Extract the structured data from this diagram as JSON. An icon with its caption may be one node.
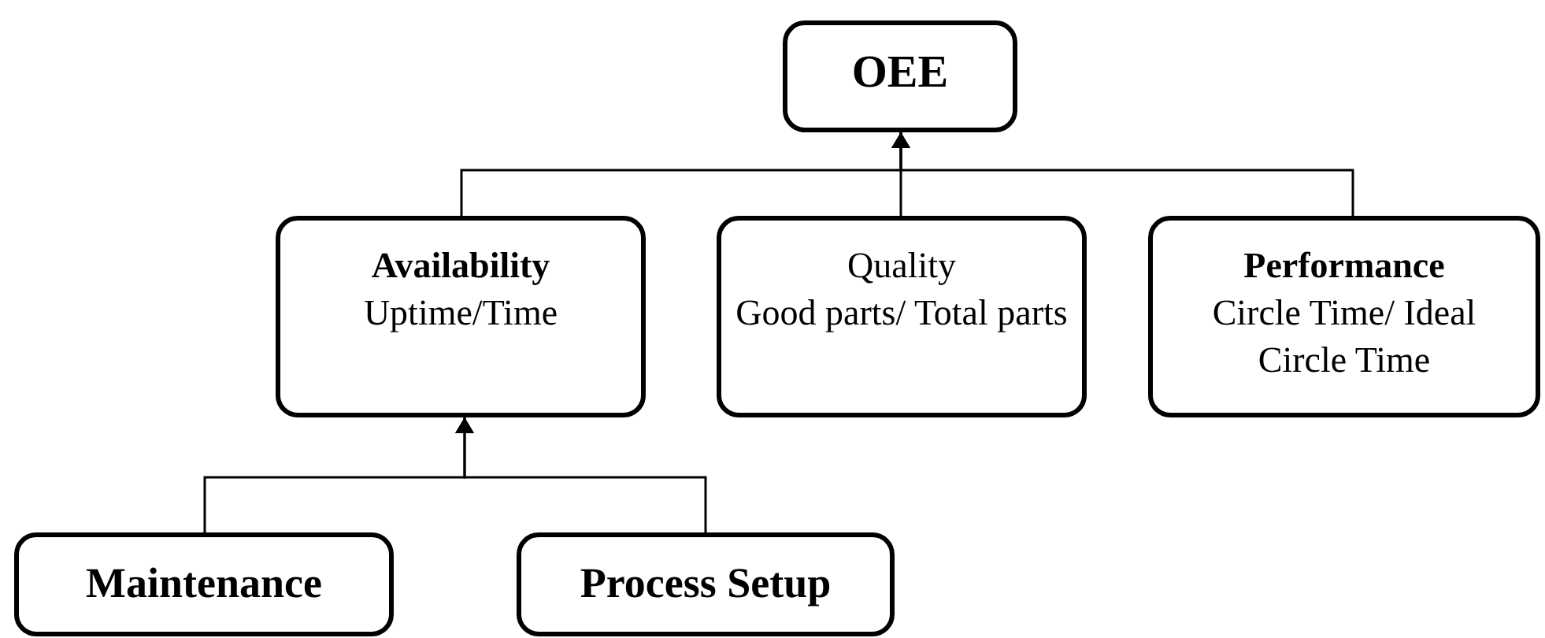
{
  "diagram": {
    "nodes": [
      {
        "text": [
          "OEE"
        ]
      },
      {
        "text": [
          "Availability",
          "Uptime/Time"
        ]
      },
      {
        "text": [
          "Quality",
          "Good parts/ Total parts"
        ]
      },
      {
        "text": [
          "Performance",
          "Circle Time/ Ideal Circle Time"
        ]
      },
      {
        "text": [
          "Maintenance"
        ]
      },
      {
        "text": [
          "Process Setup"
        ]
      }
    ],
    "edges": [
      {
        "from": 1,
        "to": 0,
        "arrow": "to"
      },
      {
        "from": 2,
        "to": 0,
        "arrow": "to"
      },
      {
        "from": 3,
        "to": 0,
        "arrow": "to"
      },
      {
        "from": 4,
        "to": 1,
        "arrow": "to"
      },
      {
        "from": 5,
        "to": 1,
        "arrow": "to"
      }
    ]
  }
}
